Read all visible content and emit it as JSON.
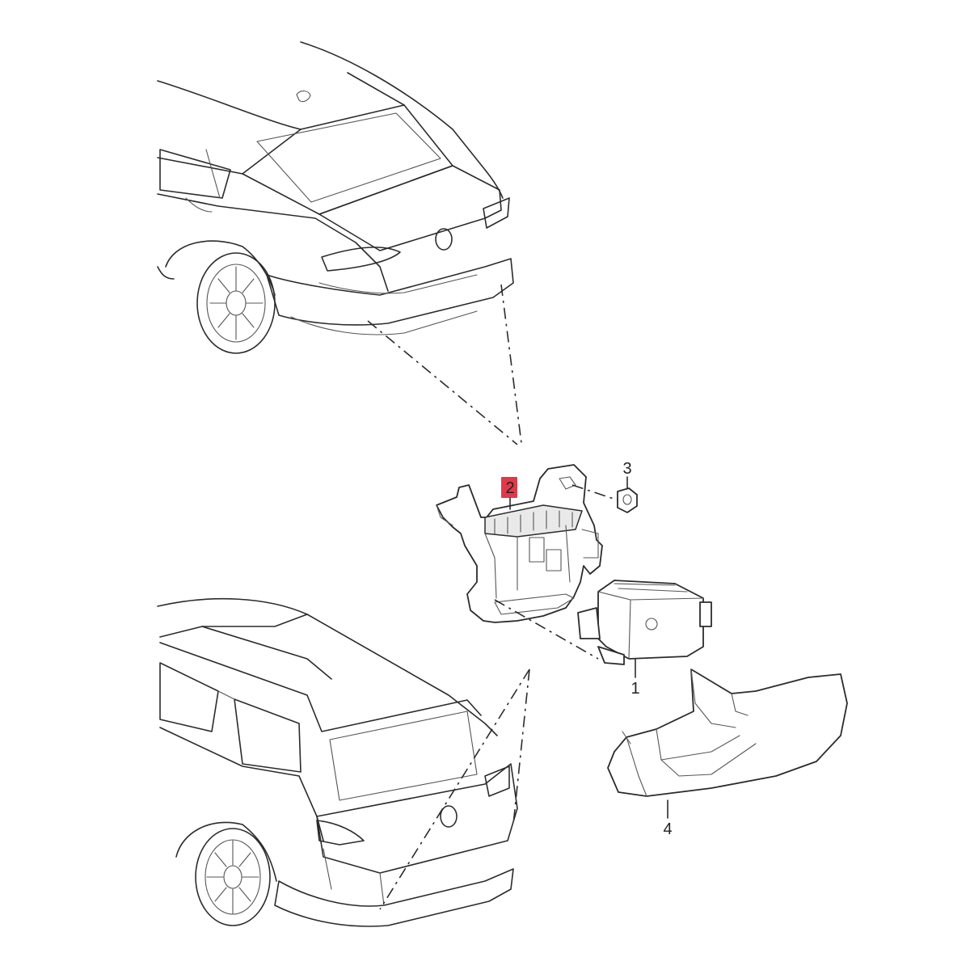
{
  "callouts": {
    "c1": "1",
    "c2": "2",
    "c3": "3",
    "c4": "4"
  },
  "highlight_color": "#e03a4a"
}
